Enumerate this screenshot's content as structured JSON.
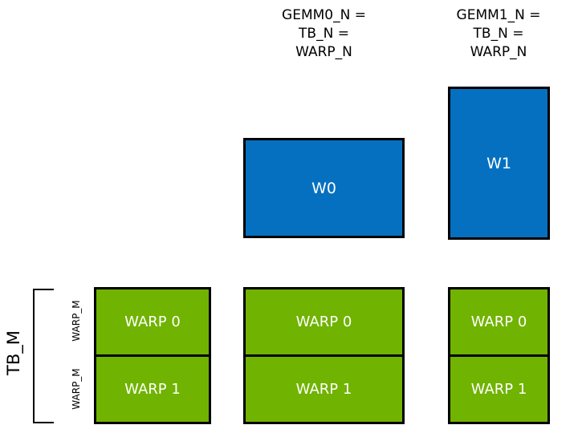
{
  "figure": {
    "background_color": "#ffffff",
    "blue_color": "#0670C0",
    "green_color": "#70B300",
    "outline_color": "#000000",
    "text_on_fill_color": "#ffffff"
  },
  "column_captions": [
    {
      "id": "gemm0",
      "text": "GEMM0_N =\nTB_N =\nWARP_N"
    },
    {
      "id": "gemm1",
      "text": "GEMM1_N =\nTB_N =\nWARP_N"
    }
  ],
  "blue_boxes": [
    {
      "id": "w0",
      "label": "W0"
    },
    {
      "id": "w1",
      "label": "W1"
    }
  ],
  "threadblock_columns": [
    {
      "id": "col-0",
      "warps": [
        {
          "label": "WARP 0"
        },
        {
          "label": "WARP 1"
        }
      ]
    },
    {
      "id": "col-1",
      "warps": [
        {
          "label": "WARP 0"
        },
        {
          "label": "WARP 1"
        }
      ]
    },
    {
      "id": "col-2",
      "warps": [
        {
          "label": "WARP 0"
        },
        {
          "label": "WARP 1"
        }
      ]
    }
  ],
  "axis_labels": {
    "tb_m": "TB_M",
    "warp_m_top": "WARP_M",
    "warp_m_bottom": "WARP_M"
  }
}
